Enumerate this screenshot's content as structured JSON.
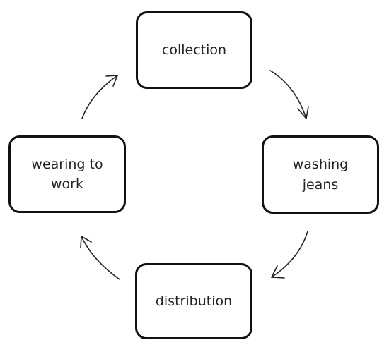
{
  "diagram": {
    "nodes": [
      {
        "id": "collection",
        "label": "collection"
      },
      {
        "id": "washing",
        "label": "washing jeans"
      },
      {
        "id": "distribution",
        "label": "distribution"
      },
      {
        "id": "wearing",
        "label": "wearing to work"
      }
    ],
    "edges": [
      {
        "from": "collection",
        "to": "washing"
      },
      {
        "from": "washing",
        "to": "distribution"
      },
      {
        "from": "distribution",
        "to": "wearing"
      },
      {
        "from": "wearing",
        "to": "collection"
      }
    ],
    "colors": {
      "border": "#111111",
      "text": "#222222",
      "background": "#ffffff"
    }
  }
}
